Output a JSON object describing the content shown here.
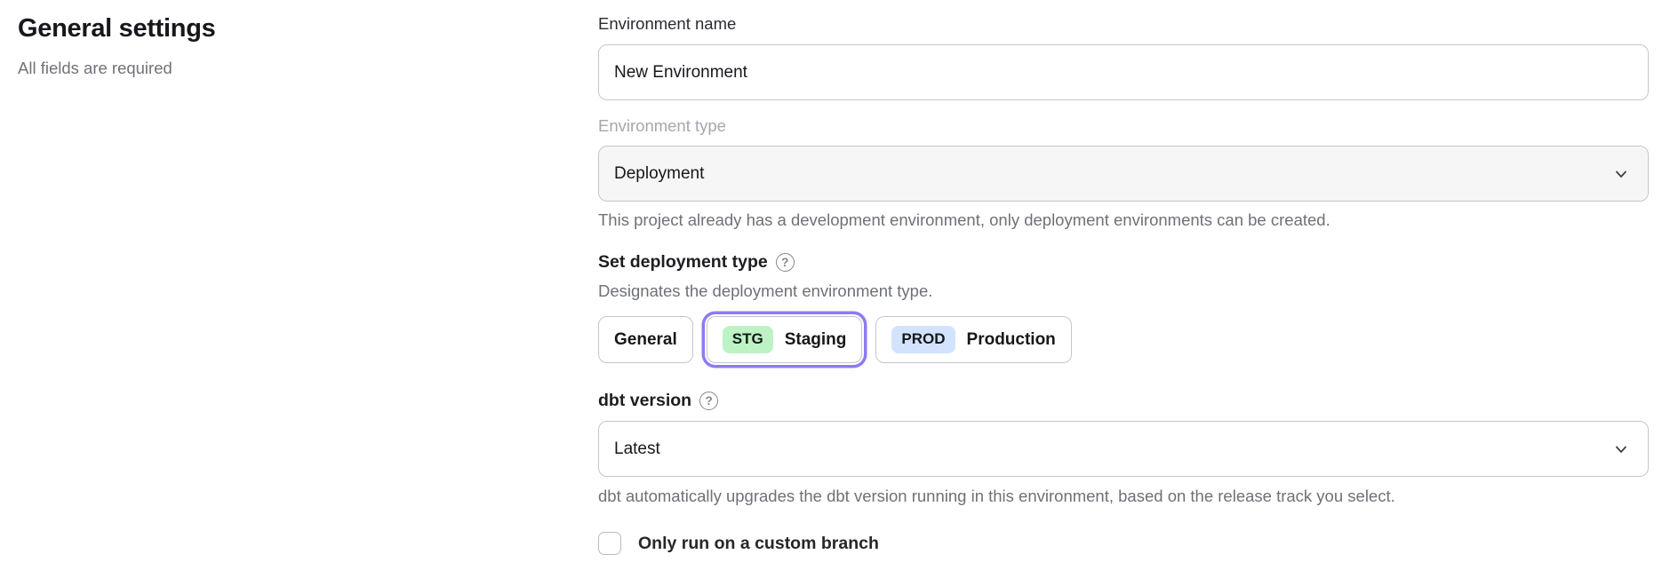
{
  "left_panel": {
    "title": "General settings",
    "subtitle": "All fields are required"
  },
  "form": {
    "environment_name": {
      "label": "Environment name",
      "value": "New Environment"
    },
    "environment_type": {
      "label": "Environment type",
      "value": "Deployment",
      "disabled": true,
      "helper": "This project already has a development environment, only deployment environments can be created."
    },
    "deployment_type": {
      "heading": "Set deployment type",
      "description": "Designates the deployment environment type.",
      "options": [
        {
          "label": "General",
          "badge": "",
          "selected": false
        },
        {
          "label": "Staging",
          "badge": "STG",
          "selected": true
        },
        {
          "label": "Production",
          "badge": "PROD",
          "selected": false
        }
      ]
    },
    "dbt_version": {
      "heading": "dbt version",
      "value": "Latest",
      "helper": "dbt automatically upgrades the dbt version running in this environment, based on the release track you select."
    },
    "custom_branch": {
      "label": "Only run on a custom branch",
      "checked": false
    }
  },
  "icons": {
    "help_glyph": "?"
  },
  "colors": {
    "selected_ring": "#8d7bf4",
    "stg_badge_bg": "#bdf3c4",
    "prod_badge_bg": "#d3e3fd",
    "border": "#c5c6cc",
    "disabled_field_bg": "#f6f6f7",
    "helper_text": "#6e7177",
    "disabled_label": "#a5a7ae"
  }
}
